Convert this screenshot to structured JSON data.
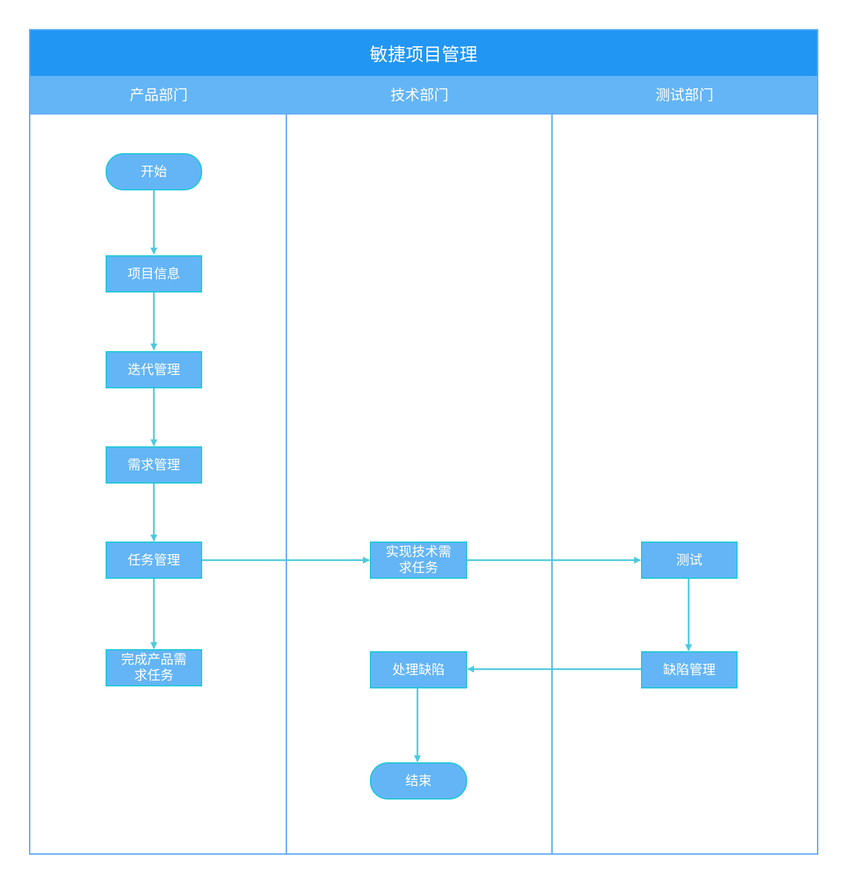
{
  "title": "敏捷项目管理",
  "lanes": [
    {
      "label": "产品部门"
    },
    {
      "label": "技术部门"
    },
    {
      "label": "测试部门"
    }
  ],
  "nodes": {
    "start": "开始",
    "project_info": "项目信息",
    "iteration": "迭代管理",
    "requirement": "需求管理",
    "task": "任务管理",
    "complete_line1": "完成产品需",
    "complete_line2": "求任务",
    "implement_line1": "实现技术需",
    "implement_line2": "求任务",
    "test": "测试",
    "defect_mgmt": "缺陷管理",
    "handle_defect": "处理缺陷",
    "end": "结束"
  },
  "colors": {
    "title_bg": "#2196f3",
    "header_bg": "#64b5f6",
    "node_fill": "#64b5f6",
    "node_border": "#26c6da",
    "edge": "#4dc9de",
    "frame": "#5eacf3"
  }
}
